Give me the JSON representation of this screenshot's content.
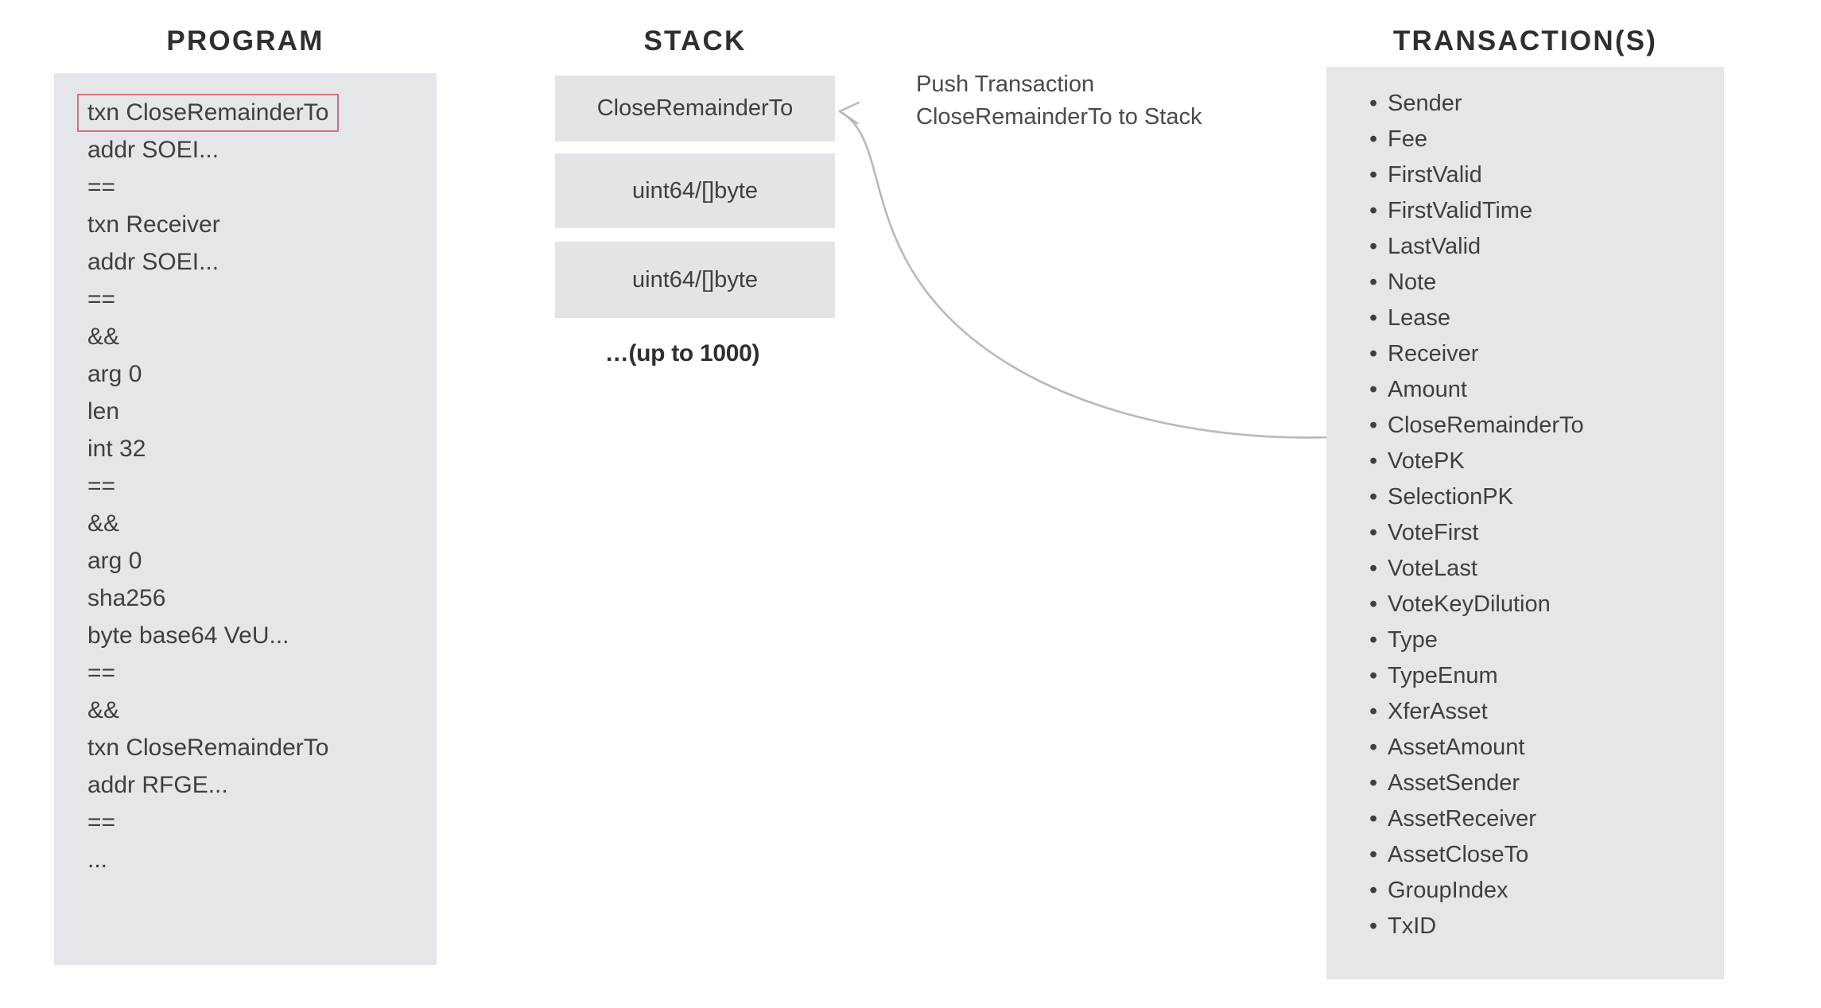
{
  "colors": {
    "panel_background": "#e4e6e9",
    "stack_box_background": "#e2e4e8",
    "highlight_border": "#cd737b",
    "text": "#3f3f3f",
    "title_text": "#2f2f2f",
    "arrow": "#b7b7b7",
    "page_background": "#ffffff"
  },
  "program": {
    "title": "PROGRAM",
    "lines": [
      {
        "text": "txn CloseRemainderTo",
        "highlighted": true
      },
      {
        "text": "addr SOEI...",
        "highlighted": false
      },
      {
        "text": "==",
        "highlighted": false
      },
      {
        "text": "txn Receiver",
        "highlighted": false
      },
      {
        "text": "addr SOEI...",
        "highlighted": false
      },
      {
        "text": "==",
        "highlighted": false
      },
      {
        "text": "&&",
        "highlighted": false
      },
      {
        "text": "arg 0",
        "highlighted": false
      },
      {
        "text": "len",
        "highlighted": false
      },
      {
        "text": "int 32",
        "highlighted": false
      },
      {
        "text": "==",
        "highlighted": false
      },
      {
        "text": "&&",
        "highlighted": false
      },
      {
        "text": "arg 0",
        "highlighted": false
      },
      {
        "text": "sha256",
        "highlighted": false
      },
      {
        "text": "byte base64 VeU...",
        "highlighted": false
      },
      {
        "text": "==",
        "highlighted": false
      },
      {
        "text": "&&",
        "highlighted": false
      },
      {
        "text": "txn CloseRemainderTo",
        "highlighted": false
      },
      {
        "text": "addr RFGE...",
        "highlighted": false
      },
      {
        "text": "==",
        "highlighted": false
      },
      {
        "text": "...",
        "highlighted": false
      }
    ]
  },
  "stack": {
    "title": "STACK",
    "boxes": [
      {
        "label": "CloseRemainderTo"
      },
      {
        "label": "uint64/[]byte"
      },
      {
        "label": "uint64/[]byte"
      }
    ],
    "more_label": "…(up to 1000)"
  },
  "annotation": {
    "line1": "Push Transaction",
    "line2": "CloseRemainderTo to Stack"
  },
  "transactions": {
    "title": "TRANSACTION(S)",
    "bullet_glyph": "•",
    "fields": [
      "Sender",
      "Fee",
      "FirstValid",
      "FirstValidTime",
      "LastValid",
      "Note",
      "Lease",
      "Receiver",
      "Amount",
      "CloseRemainderTo",
      "VotePK",
      "SelectionPK",
      "VoteFirst",
      "VoteLast",
      "VoteKeyDilution",
      "Type",
      "TypeEnum",
      "XferAsset",
      "AssetAmount",
      "AssetSender",
      "AssetReceiver",
      "AssetCloseTo",
      "GroupIndex",
      "TxID"
    ]
  }
}
